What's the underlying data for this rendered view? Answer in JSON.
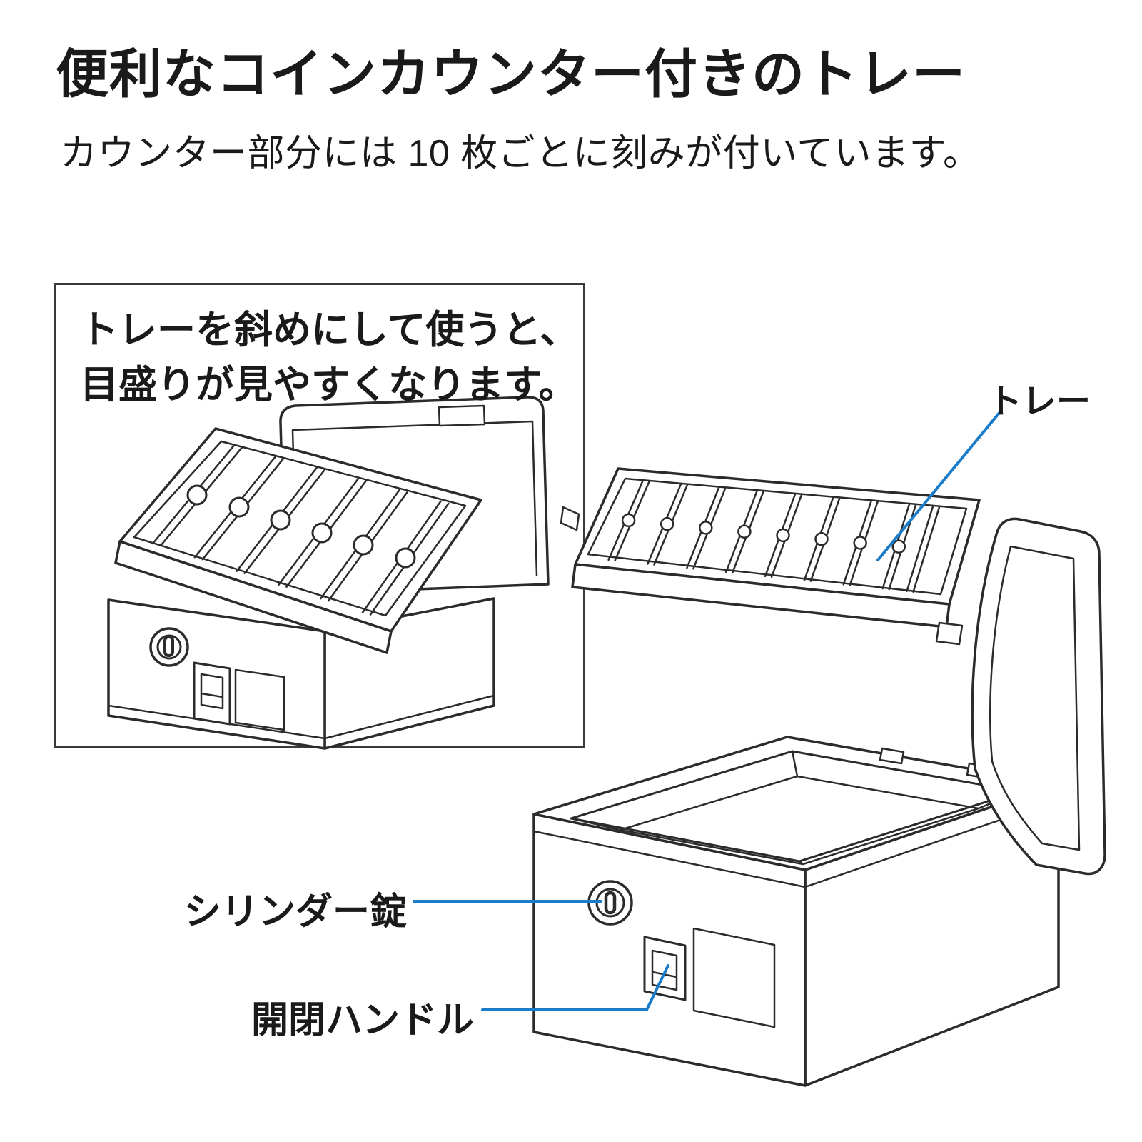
{
  "page": {
    "title": "便利なコインカウンター付きのトレー",
    "subtitle": "カウンター部分には 10 枚ごとに刻みが付いています。"
  },
  "inset": {
    "note_line1": "トレーを斜めにして使うと、",
    "note_line2": "目盛りが見やすくなります。"
  },
  "labels": {
    "tray": "トレー",
    "cylinder_lock": "シリンダー錠",
    "handle": "開閉ハンドル"
  },
  "colors": {
    "ink": "#2b2b2b",
    "leader": "#1b7cc9",
    "text": "#1a1a1a",
    "background": "#ffffff",
    "border": "#3a3a3a"
  }
}
